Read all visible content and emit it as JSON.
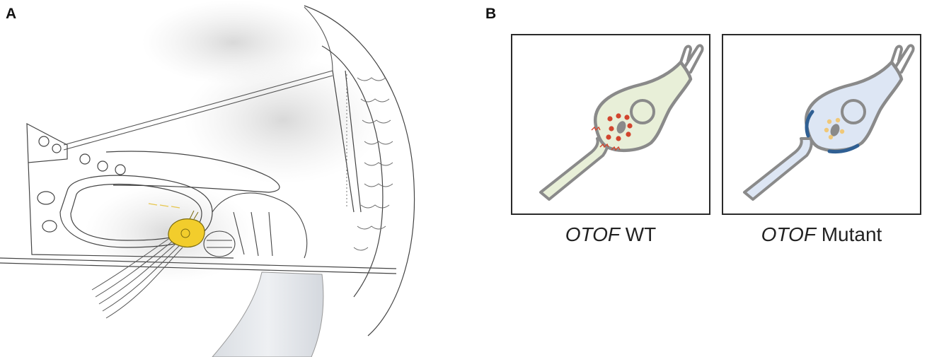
{
  "panels": {
    "a": {
      "letter": "A"
    },
    "b": {
      "letter": "B",
      "wt": {
        "gene": "OTOF",
        "label": "WT"
      },
      "mutant": {
        "gene": "OTOF",
        "label": "Mutant"
      }
    }
  },
  "colors": {
    "outline": "#8a8a8a",
    "wt_fill": "#e8efd8",
    "mutant_fill": "#dde6f4",
    "wt_vesicle": "#d2452e",
    "mutant_vesicle": "#f0c878",
    "mutant_membrane": "#2f5f93",
    "highlight_cell": "#f2cd2c"
  }
}
